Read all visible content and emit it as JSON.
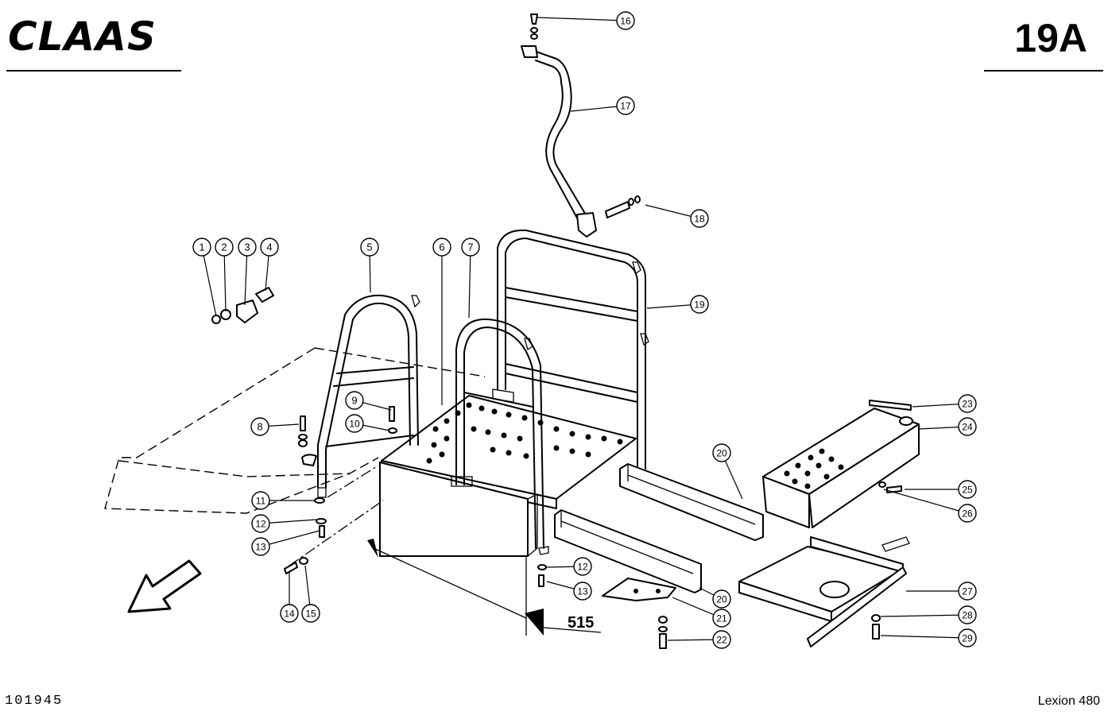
{
  "brand": {
    "logo_text": "CLAAS"
  },
  "page_code": "19A",
  "document_number": "101945",
  "model": "Lexion 480",
  "dimension_label": "515",
  "callouts": [
    "1",
    "2",
    "3",
    "4",
    "5",
    "6",
    "7",
    "8",
    "9",
    "10",
    "11",
    "12",
    "13",
    "14",
    "15",
    "16",
    "17",
    "18",
    "19",
    "20",
    "20",
    "21",
    "22",
    "23",
    "24",
    "25",
    "26",
    "27",
    "28",
    "29",
    "12",
    "13"
  ]
}
